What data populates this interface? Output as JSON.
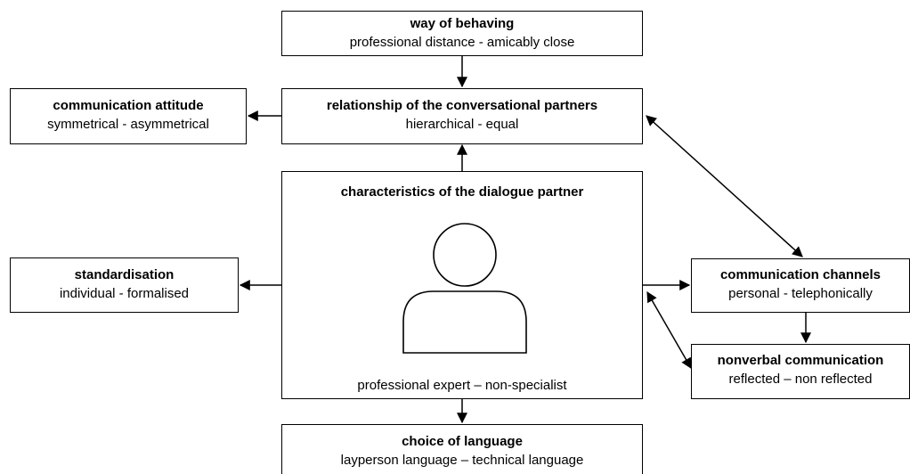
{
  "nodes": {
    "way_of_behaving": {
      "title": "way of behaving",
      "subtitle": "professional distance - amicably close"
    },
    "relationship": {
      "title": "relationship of the conversational partners",
      "subtitle": "hierarchical - equal"
    },
    "communication_attitude": {
      "title": "communication attitude",
      "subtitle": "symmetrical - asymmetrical"
    },
    "dialogue_partner": {
      "title": "characteristics of the dialogue partner",
      "subtitle": "professional expert – non-specialist",
      "icon": "person-icon"
    },
    "standardisation": {
      "title": "standardisation",
      "subtitle": "individual - formalised"
    },
    "communication_channels": {
      "title": "communication channels",
      "subtitle": "personal - telephonically"
    },
    "nonverbal_communication": {
      "title": "nonverbal communication",
      "subtitle": "reflected – non reflected"
    },
    "choice_of_language": {
      "title": "choice of language",
      "subtitle": "layperson language – technical language"
    }
  },
  "edges": [
    {
      "from": "way_of_behaving",
      "to": "relationship"
    },
    {
      "from": "relationship",
      "to": "communication_attitude"
    },
    {
      "from": "dialogue_partner",
      "to": "relationship"
    },
    {
      "from": "dialogue_partner",
      "to": "standardisation"
    },
    {
      "from": "dialogue_partner",
      "to": "communication_channels"
    },
    {
      "from": "dialogue_partner",
      "to": "choice_of_language"
    },
    {
      "from": "communication_channels",
      "to": "nonverbal_communication"
    },
    {
      "from": "relationship",
      "to": "communication_channels",
      "bidirectional": true
    },
    {
      "from": "dialogue_partner",
      "to": "nonverbal_communication",
      "bidirectional": true
    }
  ]
}
